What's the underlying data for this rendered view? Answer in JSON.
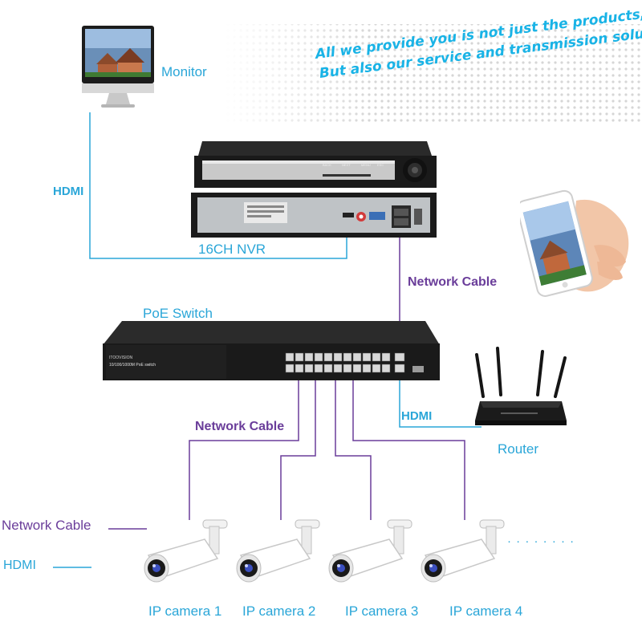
{
  "slogan": {
    "line1": "All we provide you is not just the products,",
    "line2": "But also our service and transmission solution."
  },
  "devices": {
    "monitor": "Monitor",
    "nvr": "16CH NVR",
    "poe_switch": "PoE Switch",
    "router": "Router"
  },
  "connections": {
    "hdmi_vertical": "HDMI",
    "network_cable_nvr": "Network Cable",
    "hdmi_router": "HDMI",
    "network_cable_cameras": "Network Cable"
  },
  "legend": {
    "network_cable": "Network Cable",
    "hdmi": "HDMI",
    "network_cable_color": "#6a3d9a",
    "hdmi_color": "#2aa6d8"
  },
  "cameras": [
    {
      "label": "IP camera 1"
    },
    {
      "label": "IP camera 2"
    },
    {
      "label": "IP camera 3"
    },
    {
      "label": "IP camera 4"
    }
  ],
  "more_indicator": "· · · · · · · ·",
  "device_text": {
    "switch_brand": "ITOOVISION",
    "switch_model": "10/100/1000M PoE switch",
    "nvr_buttons": [
      "BACK",
      "NEXT",
      "MENU",
      "ESC"
    ]
  }
}
